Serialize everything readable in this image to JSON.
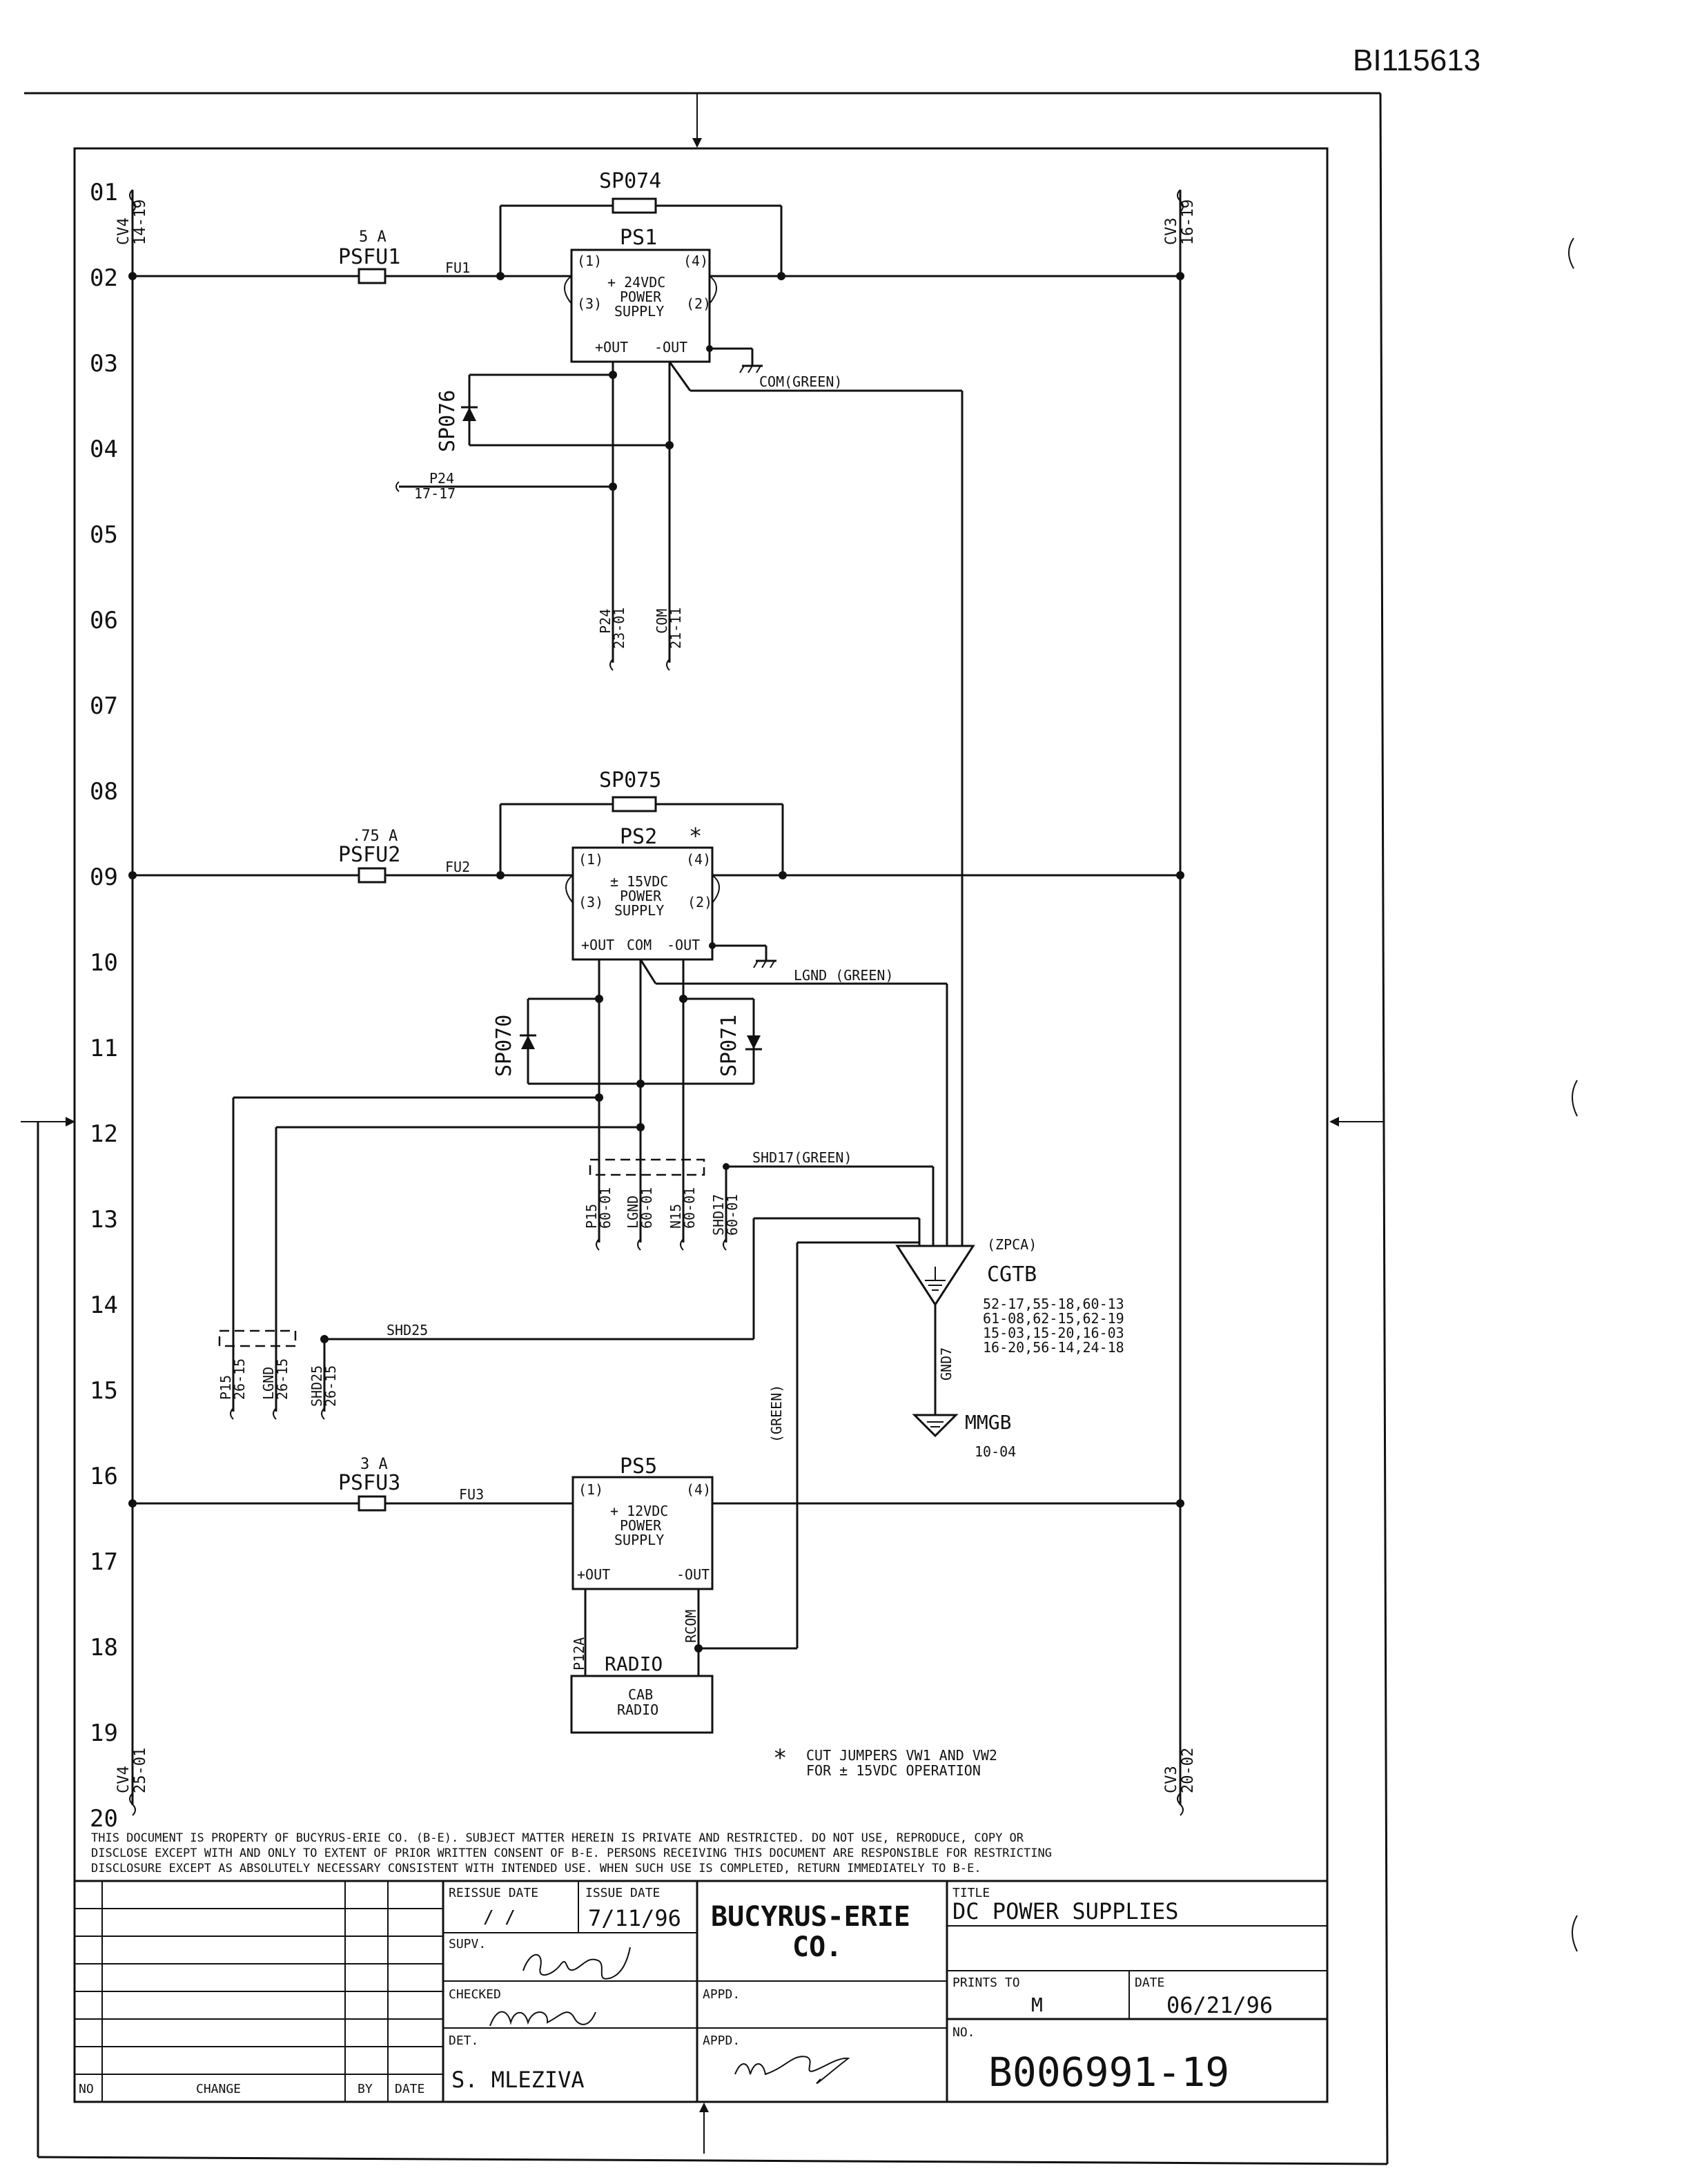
{
  "doc_id_stamp": "BI115613",
  "rows": [
    "01",
    "02",
    "03",
    "04",
    "05",
    "06",
    "07",
    "08",
    "09",
    "10",
    "11",
    "12",
    "13",
    "14",
    "15",
    "16",
    "17",
    "18",
    "19",
    "20"
  ],
  "offpage": {
    "cv4_top": {
      "name": "CV4",
      "ref": "14-19"
    },
    "cv3_top": {
      "name": "CV3",
      "ref": "16-19"
    },
    "cv4_bot": {
      "name": "CV4",
      "ref": "25-01"
    },
    "cv3_bot": {
      "name": "CV3",
      "ref": "20-02"
    }
  },
  "fuses": {
    "f1": {
      "rating": "5 A",
      "name": "PSFU1",
      "wire": "FU1"
    },
    "f2": {
      "rating": ".75 A",
      "name": "PSFU2",
      "wire": "FU2"
    },
    "f3": {
      "rating": "3 A",
      "name": "PSFU3",
      "wire": "FU3"
    }
  },
  "ps1": {
    "spare": "SP074",
    "name": "PS1",
    "t1": "(1)",
    "t2": "(2)",
    "t3": "(3)",
    "t4": "(4)",
    "line1": "+ 24VDC",
    "line2": "POWER",
    "line3": "SUPPLY",
    "out_pos": "+OUT",
    "out_neg": "-OUT",
    "com_wire": "COM(GREEN)"
  },
  "ps1_branch": {
    "diode": "SP076",
    "p24_name": "P24",
    "p24_ref": "17-17",
    "p24_out_name": "P24",
    "p24_out_ref": "23-01",
    "com_out_name": "COM",
    "com_out_ref": "21-11"
  },
  "ps2": {
    "spare": "SP075",
    "name": "PS2",
    "star": "*",
    "t1": "(1)",
    "t2": "(2)",
    "t3": "(3)",
    "t4": "(4)",
    "line1": "± 15VDC",
    "line2": "POWER",
    "line3": "SUPPLY",
    "out_pos": "+OUT",
    "out_com": "COM",
    "out_neg": "-OUT",
    "lgnd_wire": "LGND (GREEN)"
  },
  "ps2_branch": {
    "diode_a": "SP070",
    "diode_b": "SP071",
    "shd17_wire": "SHD17(GREEN)",
    "shd25_wire": "SHD25",
    "c1": {
      "name": "P15",
      "ref": "60-01"
    },
    "c2": {
      "name": "LGND",
      "ref": "60-01"
    },
    "c3": {
      "name": "N15",
      "ref": "60-01"
    },
    "c4": {
      "name": "SHD17",
      "ref": "60-01"
    },
    "c5": {
      "name": "P15",
      "ref": "26-15"
    },
    "c6": {
      "name": "LGND",
      "ref": "26-15"
    },
    "c7": {
      "name": "SHD25",
      "ref": "26-15"
    }
  },
  "cgtb": {
    "paren": "(ZPCA)",
    "name": "CGTB",
    "refs": [
      "52-17,55-18,60-13",
      "61-08,62-15,62-19",
      "15-03,15-20,16-03",
      "16-20,56-14,24-18"
    ],
    "gnd_wire": "GND7",
    "green_wire": "(GREEN)",
    "mmgb": "MMGB",
    "mmgb_ref": "10-04"
  },
  "ps5": {
    "name": "PS5",
    "t1": "(1)",
    "t4": "(4)",
    "line1": "+ 12VDC",
    "line2": "POWER",
    "line3": "SUPPLY",
    "out_pos": "+OUT",
    "out_neg": "-OUT",
    "p12a": "P12A",
    "rcom": "RCOM",
    "radio": "RADIO",
    "cab1": "CAB",
    "cab2": "RADIO"
  },
  "note": {
    "star": "*",
    "line1": "CUT JUMPERS VW1 AND VW2",
    "line2": "FOR ± 15VDC OPERATION"
  },
  "disclaimer": [
    "THIS DOCUMENT IS PROPERTY OF BUCYRUS-ERIE CO. (B-E). SUBJECT MATTER HEREIN IS PRIVATE AND RESTRICTED. DO NOT USE, REPRODUCE, COPY OR",
    "DISCLOSE EXCEPT WITH AND ONLY TO EXTENT OF PRIOR WRITTEN CONSENT OF B-E. PERSONS RECEIVING THIS DOCUMENT ARE RESPONSIBLE FOR RESTRICTING",
    "DISCLOSURE EXCEPT AS ABSOLUTELY NECESSARY CONSISTENT WITH INTENDED USE. WHEN SUCH USE IS COMPLETED, RETURN IMMEDIATELY TO B-E."
  ],
  "titleblock": {
    "no_label": "NO",
    "change_label": "CHANGE",
    "by_label": "BY",
    "date_label": "DATE",
    "reissue_label": "REISSUE DATE",
    "reissue_value": "/   /",
    "issue_label": "ISSUE DATE",
    "issue_value": "7/11/96",
    "supv_label": "SUPV.",
    "checked_label": "CHECKED",
    "det_label": "DET.",
    "det_value": "S. MLEZIVA",
    "company1": "BUCYRUS-ERIE",
    "company2": "CO.",
    "appd1_label": "APPD.",
    "appd2_label": "APPD.",
    "title_label": "TITLE",
    "title_value": "DC POWER SUPPLIES",
    "prints_label": "PRINTS TO",
    "prints_value": "M",
    "date2_label": "DATE",
    "date2_value": "06/21/96",
    "no2_label": "NO.",
    "drawing_no": "B006991-19"
  }
}
